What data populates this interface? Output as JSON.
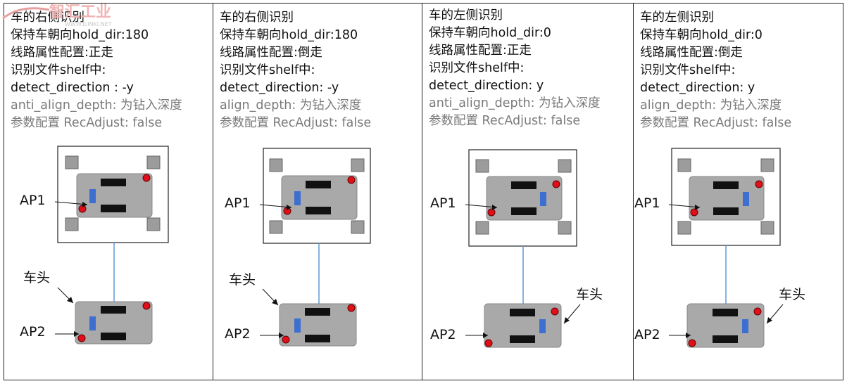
{
  "panels": [
    {
      "lines": [
        "车的右侧识别",
        "保持车朝向hold_dir:180",
        "线路属性配置:正走",
        "识别文件shelf中:",
        "detect_direction : -y",
        "anti_align_depth: 为钻入深度",
        "参数配置 RecAdjust: false"
      ],
      "labels": {
        "ap1": "AP1",
        "ap2": "AP2",
        "head": "车头"
      }
    },
    {
      "lines": [
        "车的右侧识别",
        "保持车朝向hold_dir:180",
        "线路属性配置:倒走",
        "识别文件shelf中:",
        "detect_direction: -y",
        "align_depth: 为钻入深度",
        "参数配置 RecAdjust: false"
      ],
      "labels": {
        "ap1": "AP1",
        "ap2": "AP2",
        "head": "车头"
      }
    },
    {
      "lines": [
        "车的左侧识别",
        "保持车朝向hold_dir:0",
        "线路属性配置:正走",
        "识别文件shelf中:",
        "detect_direction: y",
        "anti_align_depth: 为钻入深度",
        "参数配置 RecAdjust: false"
      ],
      "labels": {
        "ap1": "AP1",
        "ap2": "AP2",
        "head": "车头"
      }
    },
    {
      "lines": [
        "车的左侧识别",
        "保持车朝向hold_dir:0",
        "线路属性配置:倒走",
        "识别文件shelf中:",
        "detect_direction: y",
        "align_depth: 为钻入深度",
        "参数配置 RecAdjust: false"
      ],
      "labels": {
        "ap1": "AP1",
        "ap2": "AP2",
        "head": "车头"
      }
    }
  ],
  "watermark": {
    "brand": "智汇工业",
    "url": "WWW.ILINKI.NET"
  },
  "colors": {
    "robot": "#a9a9a9",
    "sensor": "#3c6fd0",
    "marker": "#e0101a",
    "path": "#5b9bd5",
    "pad": "#9c9c9c"
  }
}
